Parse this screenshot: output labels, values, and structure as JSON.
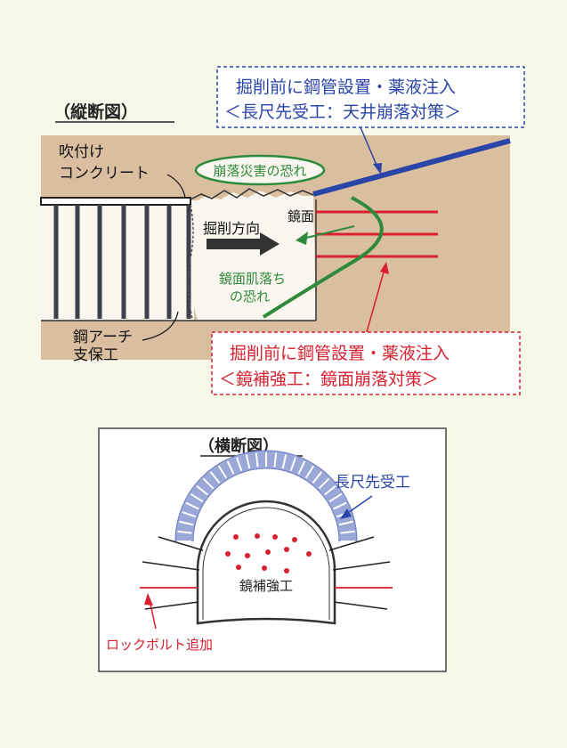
{
  "longitudinal": {
    "title": "（縦断図）",
    "shotcrete_label": [
      "吹付け",
      "コンクリート"
    ],
    "arch_label": [
      "鋼アーチ",
      "支保工"
    ],
    "direction_label": "掘削方向",
    "face_label": "鏡面",
    "collapse_risk": "崩落災害の恐れ",
    "face_risk": [
      "鏡面肌落ち",
      "の恐れ"
    ],
    "forepiling_box": [
      "掘削前に鋼管設置・薬液注入",
      "＜長尺先受工：天井崩落対策＞"
    ],
    "face_reinf_box": [
      "掘削前に鋼管設置・薬液注入",
      "＜鏡補強工：鏡面崩落対策＞"
    ]
  },
  "cross": {
    "title": "（横断図）",
    "forepiling_label": "長尺先受工",
    "face_reinf_label": "鏡補強工",
    "rockbolt_label": "ロックボルト追加"
  },
  "colors": {
    "soil": "#d9bfa0",
    "blue": "#2a44a8",
    "red": "#d8202e",
    "green": "#2e8a3a",
    "steel": "#3d3f4a"
  }
}
